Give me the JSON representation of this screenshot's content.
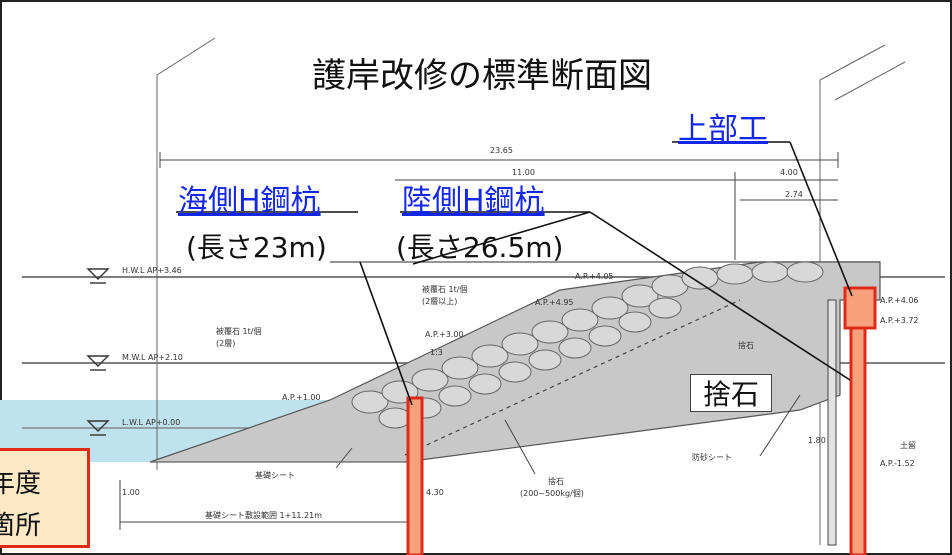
{
  "title": "護岸改修の標準断面図",
  "labels": {
    "sea_pile": "海側H鋼杭",
    "sea_pile_length": "(長さ23m)",
    "land_pile": "陸側H鋼杭",
    "land_pile_length": "(長さ26.5m)",
    "superstructure": "上部工",
    "rubble": "捨石"
  },
  "side_box": {
    "line1": "年度",
    "line2": "箇所"
  },
  "drawing_marks": {
    "dim_total": "23.65",
    "dim_1": "11.00",
    "dim_2": "4.00",
    "dim_3": "2.74",
    "hwl": "H.W.L AP+3.46",
    "mwl": "M.W.L AP+2.10",
    "lwl": "L.W.L AP+0.00",
    "ap_405": "A.P.+4.05",
    "ap_495": "A.P.+4.95",
    "ap_300": "A.P.+3.00",
    "ap_100": "A.P.+1.00",
    "ap_406": "A.P.+4.06",
    "ap_372": "A.P.+3.72",
    "ap_m152": "A.P.-1.52",
    "armor_upper": "被覆石 1t/個",
    "armor_upper_sub": "(2層以上)",
    "armor_lower": "被覆石 1t/個",
    "armor_lower_sub": "(2層)",
    "slope": "1:3",
    "rubble_small": "捨石",
    "base_sheet": "基礎シート",
    "rubble_spec": "捨石",
    "rubble_spec_sub": "(200~500kg/個)",
    "sand_sheet": "防砂シート",
    "base_range": "基礎シート敷設範囲 1+11.21m",
    "dim_left": "1.00",
    "dim_pile": "4.30",
    "dim_right": "1.80",
    "ground": "土留"
  },
  "colors": {
    "pile_red": "#e02a18",
    "pile_fill": "#f6a17c",
    "mound_gray": "#c8c8c8",
    "water_blue": "#bfe3ee",
    "label_blue": "#1426e8",
    "box_fill": "#fde8c6"
  }
}
